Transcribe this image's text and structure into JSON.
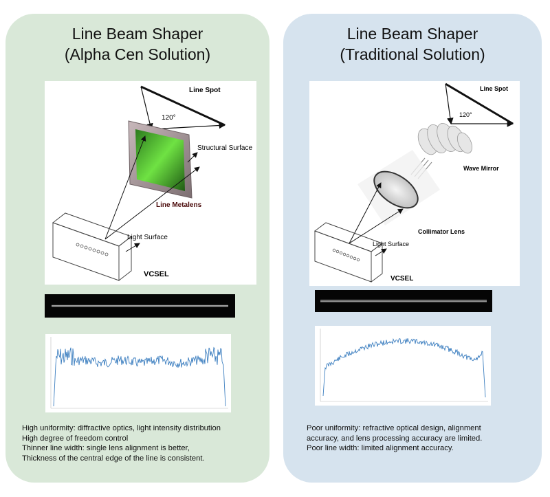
{
  "left": {
    "title_line1": "Line Beam Shaper",
    "title_line2": "(Alpha Cen Solution)",
    "labels": {
      "line_spot": "Line Spot",
      "angle": "120°",
      "structural_surface": "Structural Surface",
      "line_metalens": "Line Metalens",
      "light_surface": "Light Surface",
      "vcsel": "VCSEL"
    },
    "notes": [
      "High uniformity: diffractive optics, light intensity distribution",
      "High degree of freedom control",
      "Thinner line width: single lens alignment is better,",
      "Thickness of the central edge of the line is consistent."
    ]
  },
  "right": {
    "title_line1": "Line Beam Shaper",
    "title_line2": "(Traditional Solution)",
    "labels": {
      "line_spot": "Line Spot",
      "angle": "120°",
      "wave_mirror": "Wave Mirror",
      "collimator_lens": "Collimator Lens",
      "light_surface": "Light Surface",
      "vcsel": "VCSEL"
    },
    "notes": [
      "Poor uniformity: refractive optical design, alignment",
      "accuracy, and lens processing accuracy are limited.",
      "Poor line width: limited alignment accuracy."
    ]
  },
  "colors": {
    "left_panel": "#d9e8d8",
    "right_panel": "#d6e3ee",
    "plot_line": "#3d7fc0",
    "metalens_green": "#5fd13a"
  }
}
